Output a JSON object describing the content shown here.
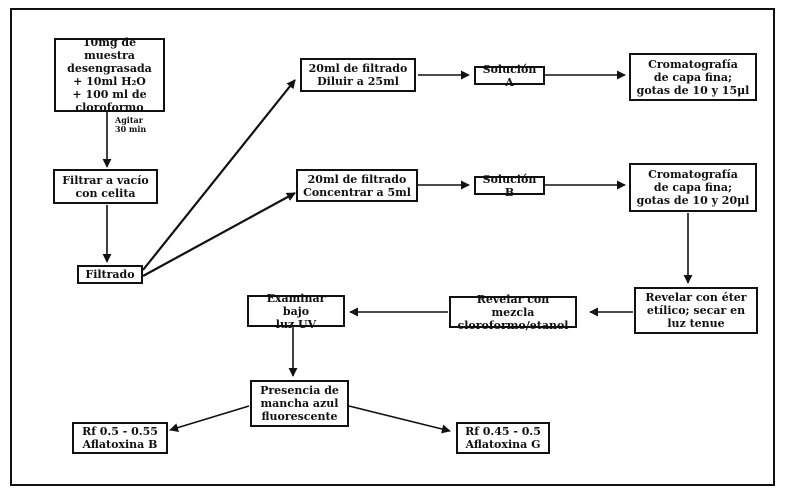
{
  "nodes": {
    "muestra": "10mg de muestra\ndesengrasada\n+ 10ml H₂O\n+ 100 ml de\ncloroformo",
    "filtrar": "Filtrar a vacío\ncon celita",
    "filtrado": "Filtrado",
    "filtrado_a": "20ml de filtrado\nDiluir a 25ml",
    "filtrado_b": "20ml de filtrado\nConcentrar a 5ml",
    "solucion_a": "Solución A",
    "solucion_b": "Solución B",
    "cromato_a": "Cromatografía\nde capa fina;\ngotas de 10 y 15μl",
    "cromato_b": "Cromatografía\nde capa fina;\ngotas de 10 y 20μl",
    "revelar_eter": "Revelar con éter\netílico; secar en\nluz tenue",
    "revelar_mezcla": "Revelar con mezcla\ncloroformo/etanol",
    "examinar": "Examinar bajo\nluz UV",
    "presencia": "Presencia de\nmancha azul\nfluorescente",
    "aflatoxina_b": "Rf 0.5 - 0.55\nAflatoxina B",
    "aflatoxina_g": "Rf 0.45 - 0.5\nAflatoxina G"
  },
  "edge_labels": {
    "agitar": "Agitar\n30 min"
  }
}
